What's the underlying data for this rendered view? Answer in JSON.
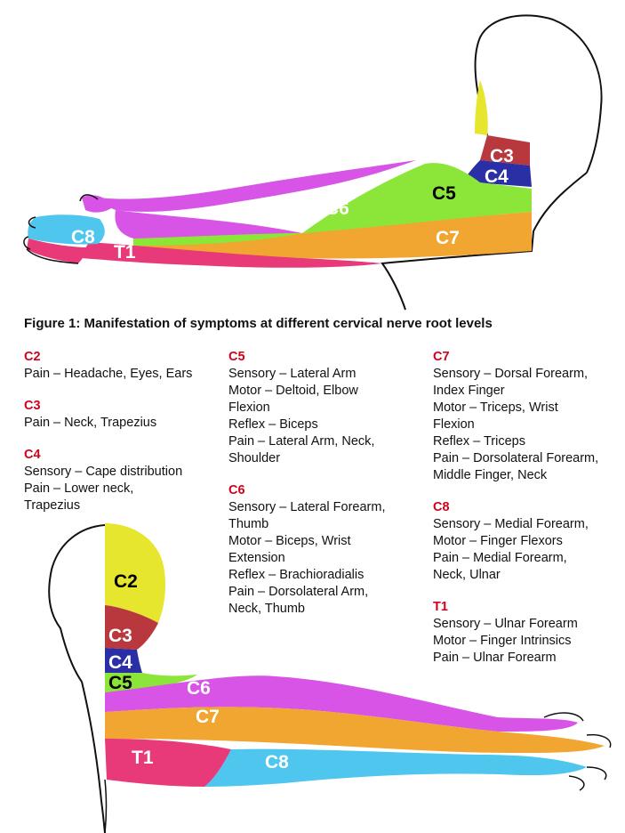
{
  "caption": "Figure 1: Manifestation of symptoms at different cervical nerve root levels",
  "top_figure_labels": {
    "c3": "C3",
    "c4": "C4",
    "c5": "C5",
    "c6": "C6",
    "c7": "C7",
    "c8": "C8",
    "t1": "T1"
  },
  "bottom_figure_labels": {
    "c2": "C2",
    "c3": "C3",
    "c4": "C4",
    "c5": "C5",
    "c6": "C6",
    "c7": "C7",
    "c8": "C8",
    "t1": "T1"
  },
  "colors": {
    "c2": "#e6e62e",
    "c3": "#b8383e",
    "c4": "#2b2fa6",
    "c5": "#8ce63a",
    "c6": "#d754e6",
    "c7": "#f0a630",
    "c8": "#4fc6ee",
    "t1": "#e83a78"
  },
  "columns": [
    [
      {
        "title": "C2",
        "lines": [
          "Pain – Headache, Eyes, Ears"
        ]
      },
      {
        "title": "C3",
        "lines": [
          "Pain – Neck, Trapezius"
        ]
      },
      {
        "title": "C4",
        "lines": [
          "Sensory – Cape distribution",
          "Pain – Lower neck,",
          "Trapezius"
        ]
      }
    ],
    [
      {
        "title": "C5",
        "lines": [
          "Sensory – Lateral Arm",
          "Motor – Deltoid, Elbow",
          "Flexion",
          "Reflex – Biceps",
          "Pain – Lateral Arm, Neck,",
          "Shoulder"
        ]
      },
      {
        "title": "C6",
        "lines": [
          "Sensory – Lateral Forearm,",
          "Thumb",
          "Motor – Biceps, Wrist",
          "Extension",
          "Reflex – Brachioradialis",
          "Pain – Dorsolateral Arm,",
          "Neck, Thumb"
        ]
      }
    ],
    [
      {
        "title": "C7",
        "lines": [
          "Sensory – Dorsal Forearm,",
          "Index Finger",
          "Motor – Triceps, Wrist",
          "Flexion",
          "Reflex – Triceps",
          "Pain – Dorsolateral Forearm,",
          "Middle Finger, Neck"
        ]
      },
      {
        "title": "C8",
        "lines": [
          "Sensory – Medial Forearm,",
          "Motor – Finger Flexors",
          "Pain – Medial Forearm,",
          "Neck, Ulnar"
        ]
      },
      {
        "title": "T1",
        "lines": [
          "Sensory – Ulnar Forearm",
          "Motor – Finger Intrinsics",
          "Pain – Ulnar Forearm"
        ]
      }
    ]
  ]
}
